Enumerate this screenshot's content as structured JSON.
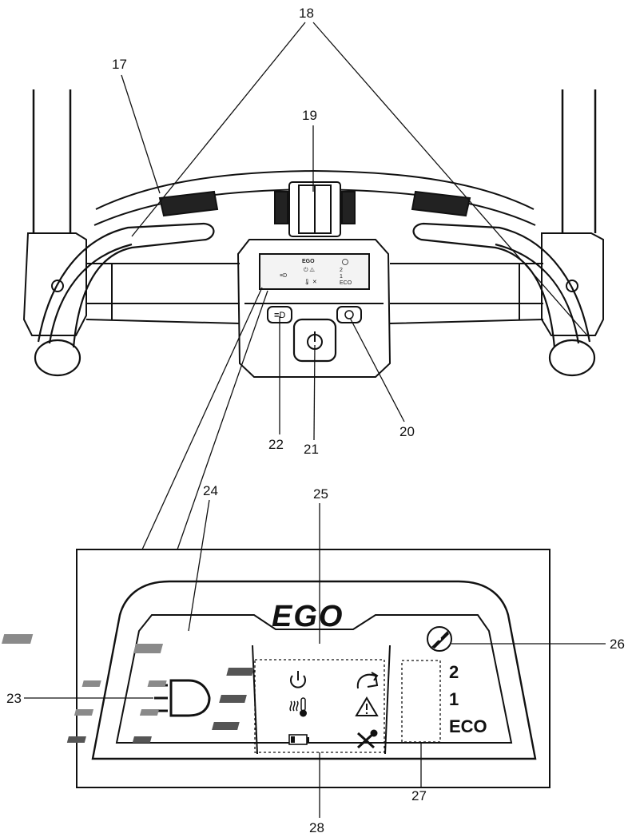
{
  "callouts": {
    "c17": "17",
    "c18": "18",
    "c19": "19",
    "c20": "20",
    "c21": "21",
    "c22": "22",
    "c23": "23",
    "c24": "24",
    "c25": "25",
    "c26": "26",
    "c27": "27",
    "c28": "28"
  },
  "panel": {
    "logo": "EGO",
    "speed_levels": [
      "2",
      "1",
      "ECO"
    ]
  },
  "icons": {
    "headlight": "headlight-icon",
    "blade": "blade-icon",
    "power": "power-icon",
    "bail": "bail-handle-icon",
    "temperature": "temperature-icon",
    "warning": "warning-icon",
    "battery": "battery-icon",
    "service": "service-tools-icon"
  },
  "colors": {
    "ink": "#111111",
    "led_gray": "#8a8a8a",
    "led_dark": "#555555"
  }
}
